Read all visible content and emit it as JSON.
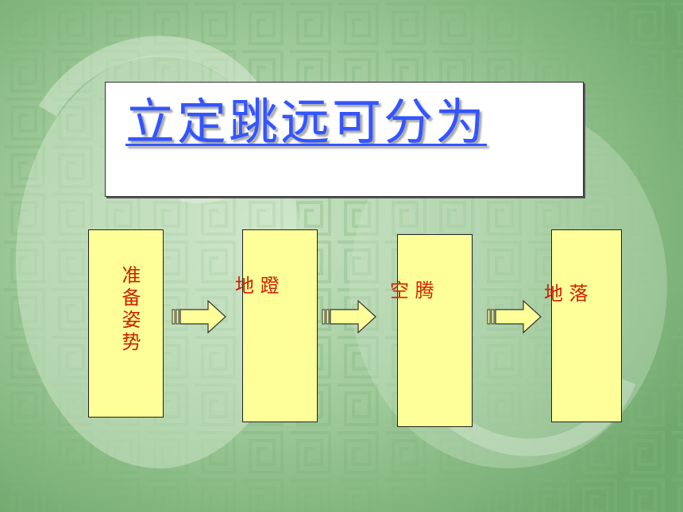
{
  "title": "立定跳远可分为",
  "stages": [
    {
      "label": "准备姿势"
    },
    {
      "label": "地 蹬"
    },
    {
      "label": "空 腾"
    },
    {
      "label": "地 落"
    }
  ],
  "colors": {
    "background": "#8fbf8c",
    "title_text": "#3355ff",
    "stage_fill": "#ffff99",
    "stage_text": "#cc2200",
    "arrow_fill": "#ffff99"
  }
}
